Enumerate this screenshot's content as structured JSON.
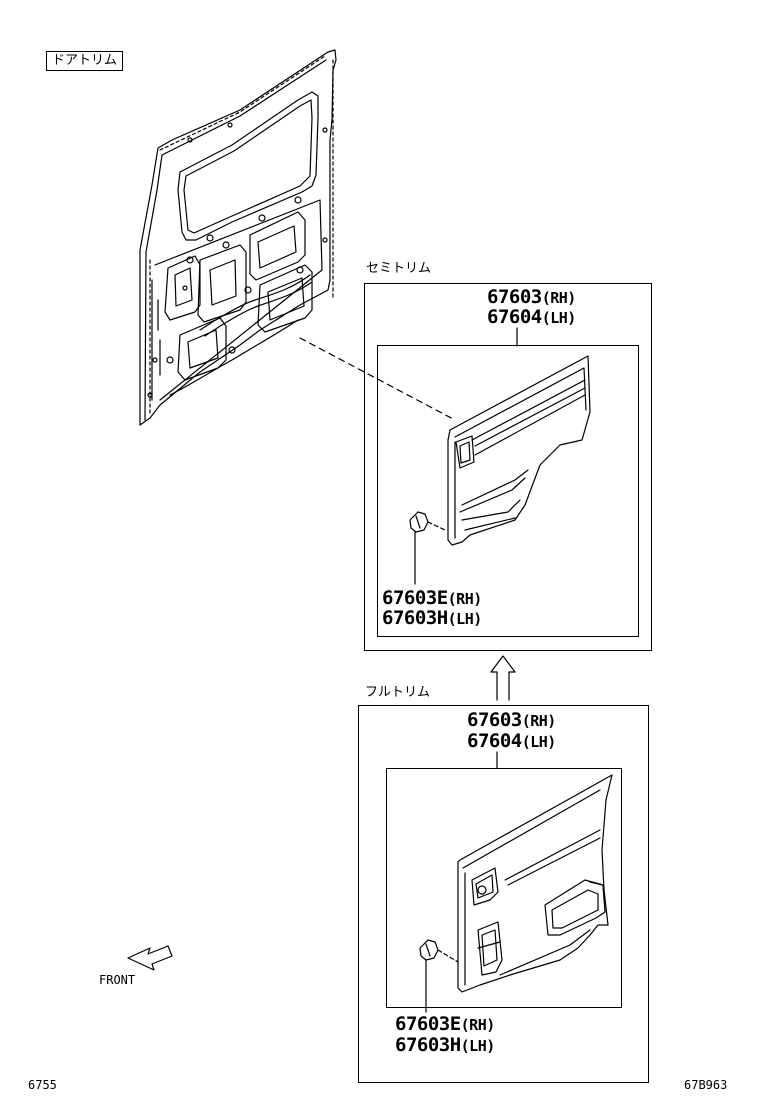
{
  "header": {
    "section_label": "ドアトリム"
  },
  "semi_trim": {
    "label": "セミトリム",
    "panel_parts": [
      {
        "num": "67603",
        "side": "(RH)"
      },
      {
        "num": "67604",
        "side": "(LH)"
      }
    ],
    "clip_parts": [
      {
        "num": "67603E",
        "side": "(RH)"
      },
      {
        "num": "67603H",
        "side": "(LH)"
      }
    ]
  },
  "full_trim": {
    "label": "フルトリム",
    "panel_parts": [
      {
        "num": "67603",
        "side": "(RH)"
      },
      {
        "num": "67604",
        "side": "(LH)"
      }
    ],
    "clip_parts": [
      {
        "num": "67603E",
        "side": "(RH)"
      },
      {
        "num": "67603H",
        "side": "(LH)"
      }
    ]
  },
  "direction": {
    "label": "FRONT"
  },
  "footer": {
    "page_code": "6755",
    "figure_code": "67B963"
  }
}
